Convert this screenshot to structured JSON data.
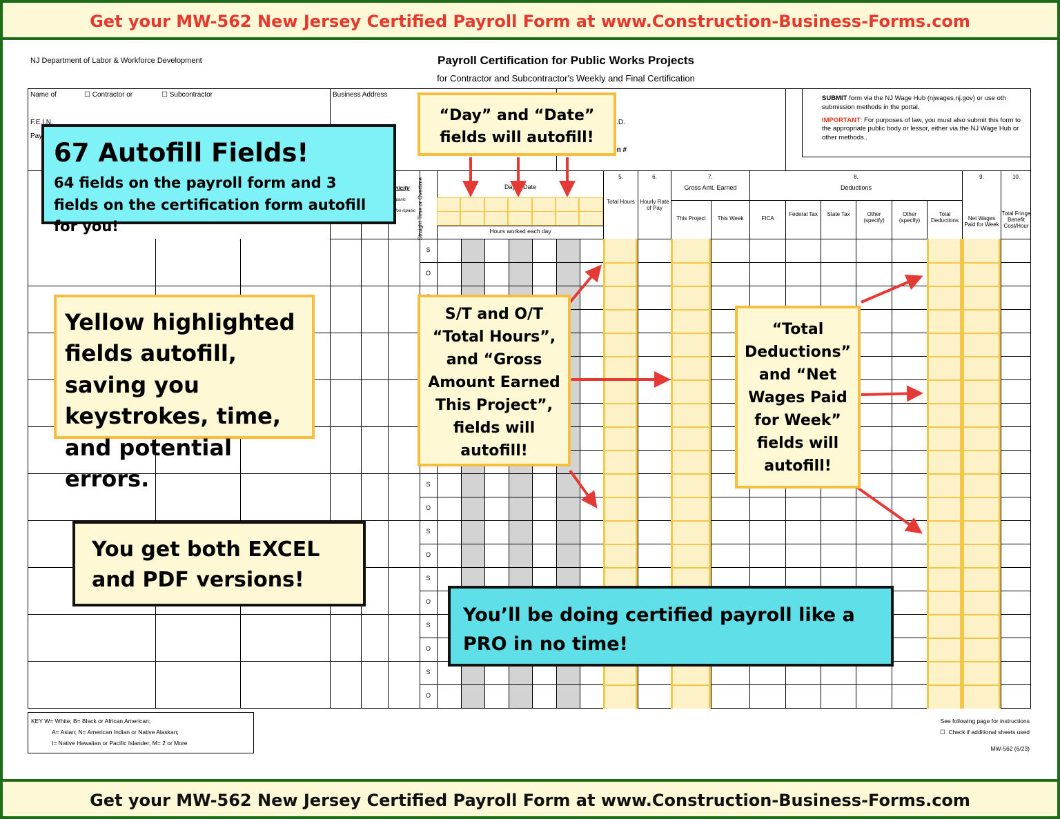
{
  "banner": {
    "top_text": "Get your MW-562 New Jersey Certified Payroll Form at www.Construction-Business-Forms.com",
    "bottom_text": "Get your MW-562 New Jersey Certified Payroll Form at www.Construction-Business-Forms.com"
  },
  "form": {
    "agency": "NJ Department of Labor & Workforce Development",
    "title": "Payroll Certification for Public Works Projects",
    "subtitle": "for Contractor and Subcontractor's Weekly and Final Certification",
    "name_of": "Name of",
    "contractor_or": "Contractor or",
    "subcontractor": "Subcontractor",
    "business_address": "Business Address",
    "fein": "F.E.I.N.",
    "pay": "Pay",
    "project_id": "ject I.D.",
    "registration": "ration #",
    "submit_bold": "SUBMIT",
    "submit_text": " form via the NJ Wage Hub (njwages.nj.gov) or use oth submission methods in the portal.",
    "important_label": "IMPORTANT",
    "important_text": ": For purposes of law, you must also submit this form to the appropriate public body or lessor, either via the NJ Wage Hub or other methods..",
    "ethnicity": "thnicity",
    "hispanic": "Hispanic",
    "non_hispanic": "n-Non-ispanic",
    "straight_overtime": "Straight Time or Overtime",
    "day_date": "Day & Date",
    "hours_each_day": "Hours worked each day",
    "col5_num": "5.",
    "col5_label": "Total Hours",
    "col6_num": "6.",
    "col6_label": "Hourly Rate of Pay",
    "col7_num": "7.",
    "col7_label": "Gross Amt. Earned",
    "col7a": "This Project",
    "col7b": "This Week",
    "col8_num": "8.",
    "col8_label": "Deductions",
    "ded_fica": "FICA",
    "ded_federal": "Federal Tax",
    "ded_state": "State Tax",
    "ded_other1": "Other (specify)",
    "ded_other2": "Other (specify)",
    "ded_total": "Total Deductions",
    "col9_num": "9.",
    "col9_label": "Net Wages Paid for Week",
    "col10_num": "10.",
    "col10_label": "Total Fringe Benefit Cost/Hour",
    "row_s": "S",
    "row_o": "O",
    "key_line1": "KEY W= White; B= Black or African American;",
    "key_line2": "A= Asian; N= American Indian or Native Alaskan;",
    "key_line3": "I= Native Hawaiian or Pacific Islander; M= 2 or More",
    "see_following": "See following page for instructions",
    "check_additional": "Check if additional sheets used",
    "form_code": "MW-562 (6/23)"
  },
  "callouts": {
    "day_date": "“Day” and “Date” fields will autofill!",
    "autofill_title": "67 Autofill Fields!",
    "autofill_desc": "64 fields on the payroll form and 3 fields on the certification form autofill for you!",
    "yellow_highlight": "Yellow highlighted fields autofill, saving you keystrokes, time, and potential errors.",
    "total_hours": "S/T and O/T “Total Hours”, and “Gross Amount Earned This Project”, fields will autofill!",
    "total_deductions": "“Total Deductions” and “Net Wages Paid for Week” fields will autofill!",
    "excel_pdf": "You get both EXCEL and PDF versions!",
    "pro": "You’ll be doing certified payroll like a PRO in no time!"
  },
  "colors": {
    "frame_green": "#1e6b1a",
    "banner_bg": "#fdf9d6",
    "banner_red": "#e8382e",
    "highlight_yellow": "#fdf1c8",
    "highlight_border": "#f3c74a",
    "callout_cyan": "#7ff2f7",
    "arrow_red": "#e53935",
    "grid_gray": "#d3d3d3"
  }
}
